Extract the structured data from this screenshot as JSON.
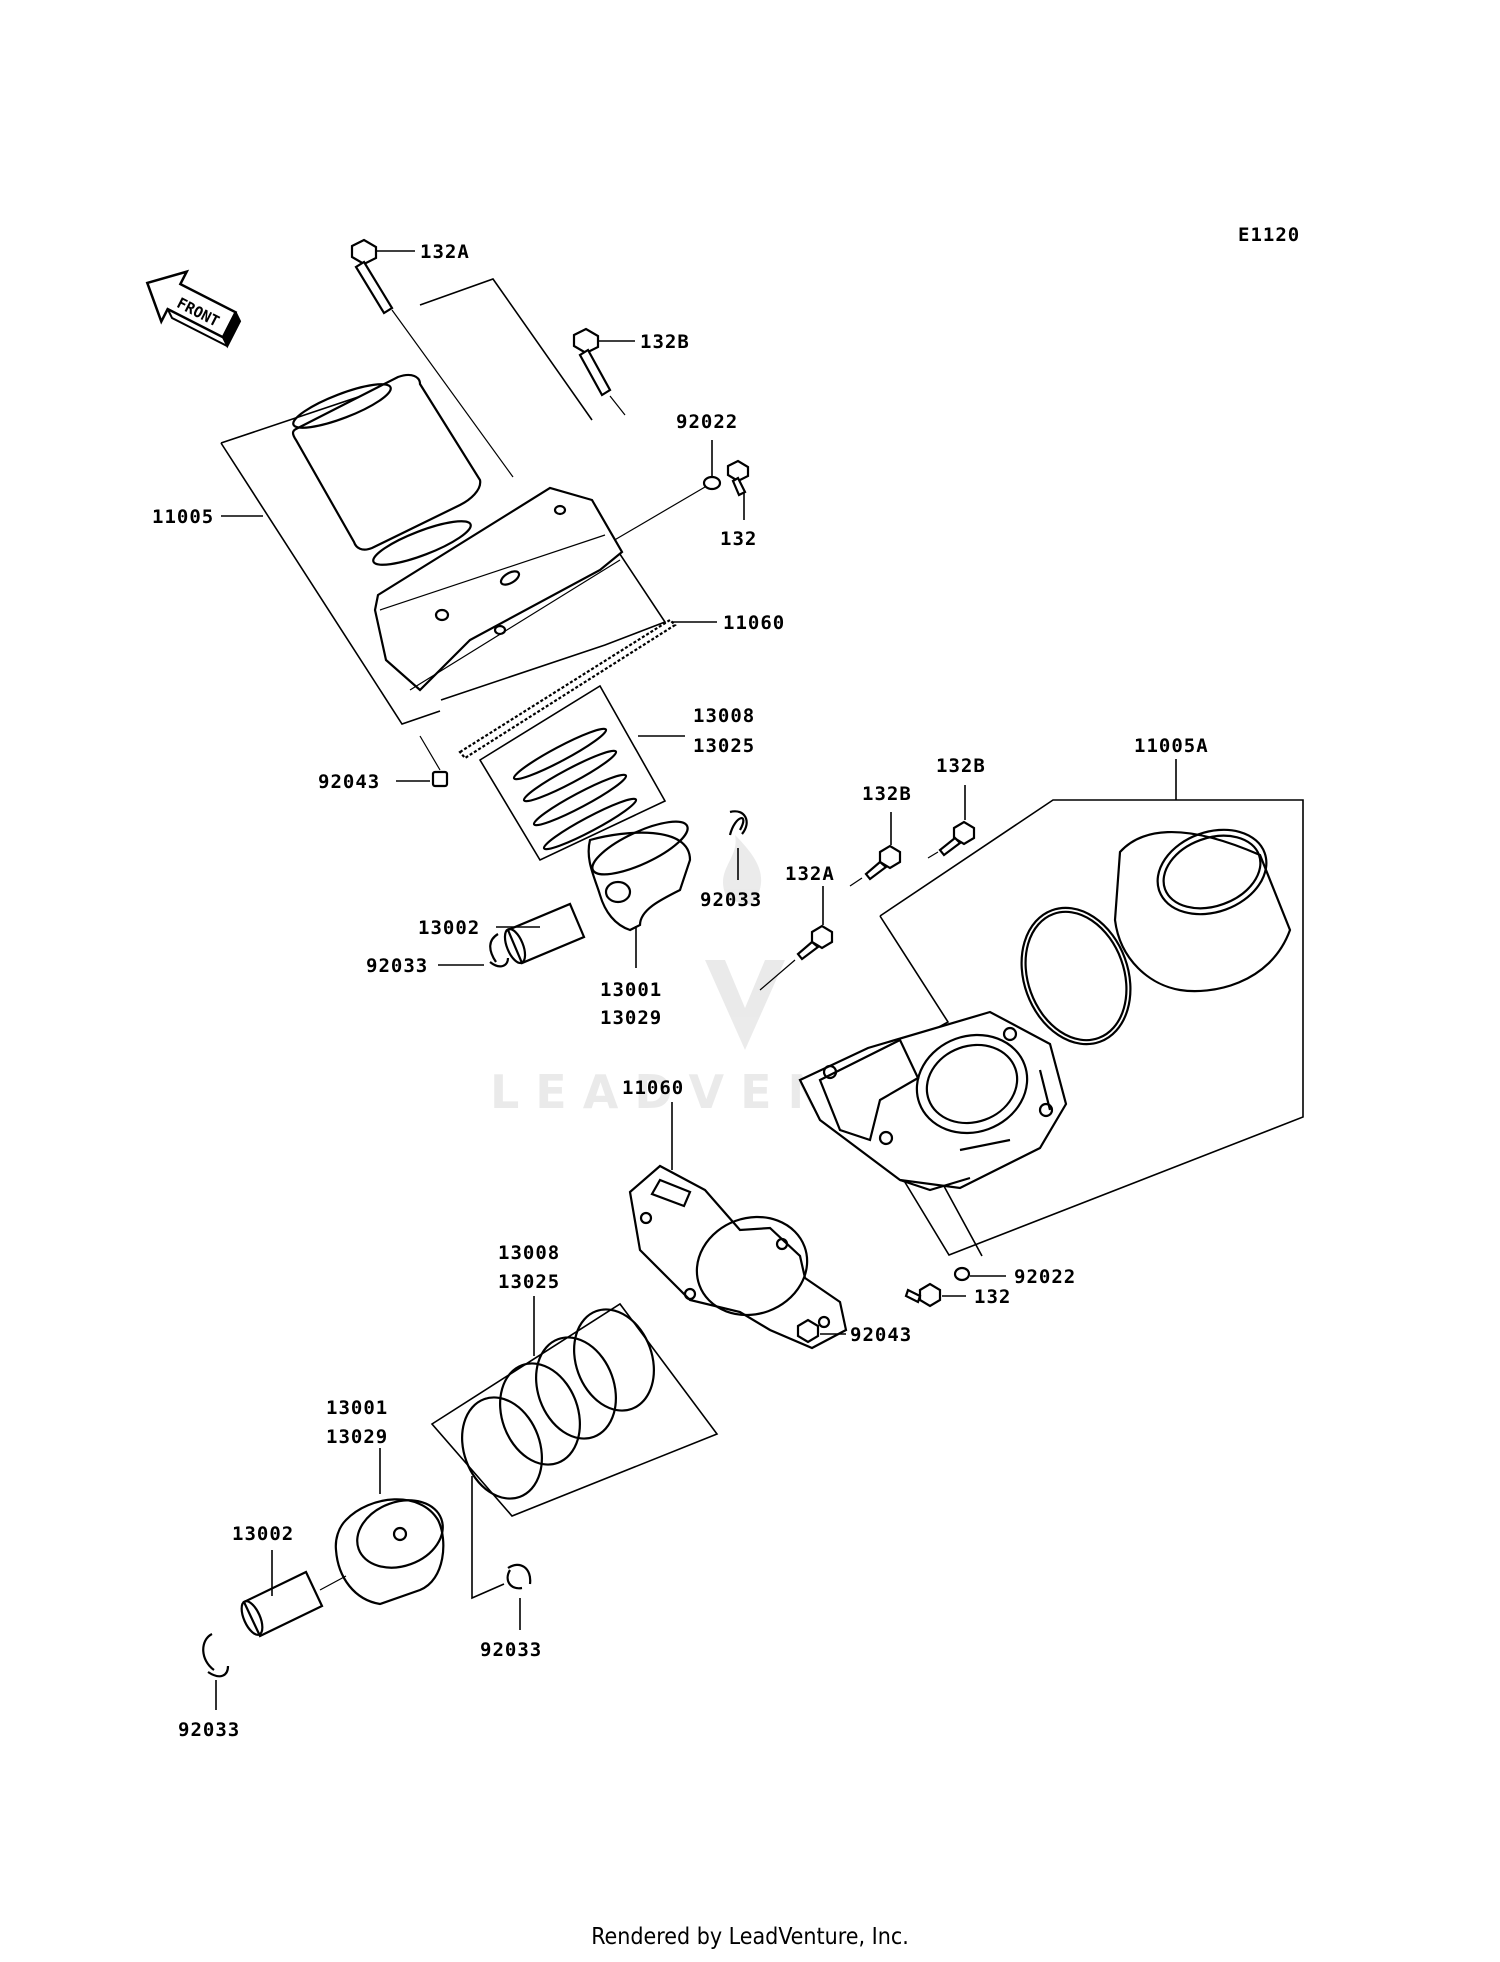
{
  "diagram_code": "E1120",
  "front_label": "FRONT",
  "watermark": "LEADVENTURE",
  "footer": "Rendered by LeadVenture, Inc.",
  "labels": {
    "bolt_132a_top": "132A",
    "bolt_132b_top": "132B",
    "washer_92022_top": "92022",
    "bolt_132_top": "132",
    "cylinder_11005": "11005",
    "gasket_11060_top": "11060",
    "rings_13008_top": "13008",
    "rings_13025_top": "13025",
    "dowel_92043_top": "92043",
    "circlip_92033_top_r": "92033",
    "pin_13002_top": "13002",
    "circlip_92033_top_l": "92033",
    "piston_13001_top": "13001",
    "piston_13029_top": "13029",
    "cylinder_11005a": "11005A",
    "bolt_132b_r1": "132B",
    "bolt_132b_r2": "132B",
    "bolt_132a_r": "132A",
    "gasket_11060_bot": "11060",
    "washer_92022_bot": "92022",
    "bolt_132_bot": "132",
    "dowel_92043_bot": "92043",
    "rings_13008_bot": "13008",
    "rings_13025_bot": "13025",
    "piston_13001_bot": "13001",
    "piston_13029_bot": "13029",
    "pin_13002_bot": "13002",
    "circlip_92033_bot_r": "92033",
    "circlip_92033_bot_l": "92033"
  }
}
